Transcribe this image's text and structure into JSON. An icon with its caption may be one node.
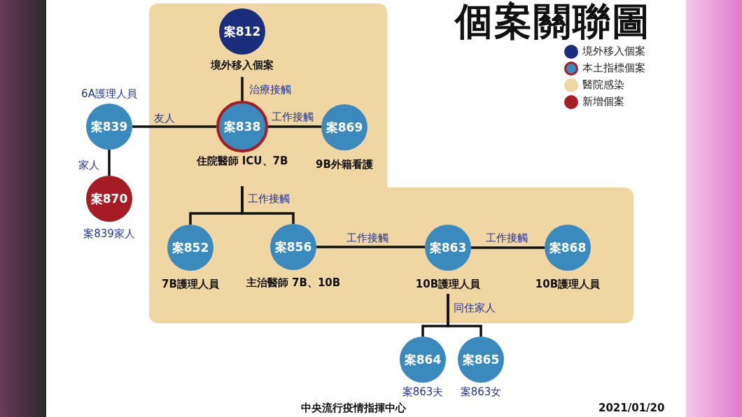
{
  "diagram": {
    "title": "個案關聯圖",
    "nodes": [
      {
        "text": [
          "案812"
        ],
        "beside": [
          "境外移入個案"
        ]
      },
      {
        "text": [
          "案839"
        ],
        "beside": [
          "6A護理人員"
        ]
      },
      {
        "text": [
          "案838"
        ],
        "beside": [
          "住院醫師 ICU、7B"
        ]
      },
      {
        "text": [
          "案869"
        ],
        "beside": [
          "9B外籍看護"
        ]
      },
      {
        "text": [
          "案870"
        ],
        "beside": [
          "案839家人"
        ]
      },
      {
        "text": [
          "案852"
        ],
        "beside": [
          "7B護理人員"
        ]
      },
      {
        "text": [
          "案856"
        ],
        "beside": [
          "主治醫師 7B、10B"
        ]
      },
      {
        "text": [
          "案863"
        ],
        "beside": [
          "10B護理人員"
        ]
      },
      {
        "text": [
          "案868"
        ],
        "beside": [
          "10B護理人員"
        ]
      },
      {
        "text": [
          "案864"
        ],
        "beside": [
          "案863夫"
        ]
      },
      {
        "text": [
          "案865"
        ],
        "beside": [
          "案863女"
        ]
      }
    ],
    "edges": [
      {
        "from": 0,
        "to": 2,
        "arrow": "none",
        "label": "治療接觸"
      },
      {
        "from": 1,
        "to": 2,
        "arrow": "none",
        "label": "友人"
      },
      {
        "from": 2,
        "to": 3,
        "arrow": "none",
        "label": "工作接觸"
      },
      {
        "from": 1,
        "to": 4,
        "arrow": "none",
        "label": "家人"
      },
      {
        "from": 2,
        "to": 5,
        "arrow": "none",
        "label": "工作接觸"
      },
      {
        "from": 2,
        "to": 6,
        "arrow": "none"
      },
      {
        "from": 6,
        "to": 7,
        "arrow": "none",
        "label": "工作接觸"
      },
      {
        "from": 7,
        "to": 8,
        "arrow": "none",
        "label": "工作接觸"
      },
      {
        "from": 7,
        "to": 9,
        "arrow": "none",
        "label": "同住家人"
      },
      {
        "from": 7,
        "to": 10,
        "arrow": "none"
      }
    ],
    "labels": [
      "中央流行疫情指揮中心",
      "2021/01/20"
    ],
    "legend": [
      {
        "text": "境外移入個案",
        "color": "#1b2d7d"
      },
      {
        "text": "本土指標個案"
      },
      {
        "text": "醫院感染",
        "color": "#f0d6a2"
      },
      {
        "text": "新增個案",
        "color": "#a61c25"
      }
    ]
  }
}
